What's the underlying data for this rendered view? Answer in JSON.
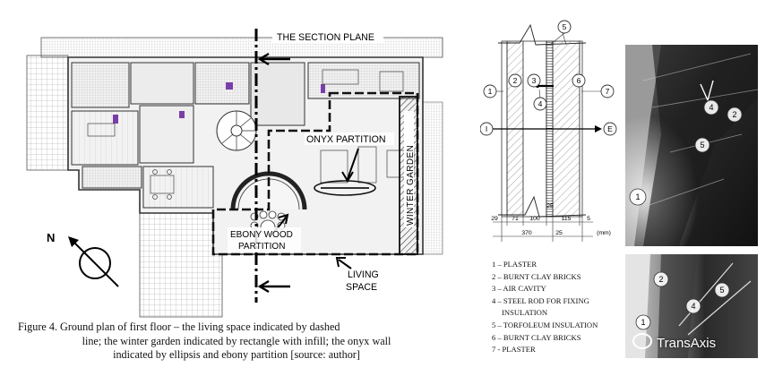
{
  "plan": {
    "section_plane_label": "THE SECTION PLANE",
    "onyx_label": "ONYX PARTITION",
    "winter_garden_label": "WINTER GARDEN",
    "ebony_label_1": "EBONY WOOD",
    "ebony_label_2": "PARTITION",
    "living_space_label_1": "LIVING",
    "living_space_label_2": "SPACE",
    "north_label": "N"
  },
  "caption": {
    "line1": "Figure 4.   Ground plan of  first floor – the living space indicated by dashed",
    "line2": "line; the winter garden indicated by rectangle with infill; the onyx wall",
    "line3": "indicated by ellipsis and ebony partition [source: author]"
  },
  "section": {
    "layer_numbers": [
      "1",
      "2",
      "3",
      "4",
      "5",
      "6",
      "7"
    ],
    "interior_label": "I",
    "exterior_label": "E",
    "dims": [
      "29",
      "71",
      "100",
      "25",
      "115",
      "5"
    ],
    "dim_25_lower": "25",
    "dim_total": "370",
    "dim_unit": "(mm)"
  },
  "legend": {
    "items": [
      "1 – PLASTER",
      "2 – BURNT CLAY BRICKS",
      "3 – AIR CAVITY",
      "4 – STEEL ROD FOR FIXING",
      "INSULATION",
      "5 – TORFOLEUM INSULATION",
      "6 – BURNT CLAY BRICKS",
      "7 - PLASTER"
    ]
  },
  "photos": {
    "photo1_labels": [
      "4",
      "2",
      "5",
      "1"
    ],
    "photo2_labels": [
      "2",
      "4",
      "5",
      "1"
    ]
  },
  "watermark": "TransAxis"
}
